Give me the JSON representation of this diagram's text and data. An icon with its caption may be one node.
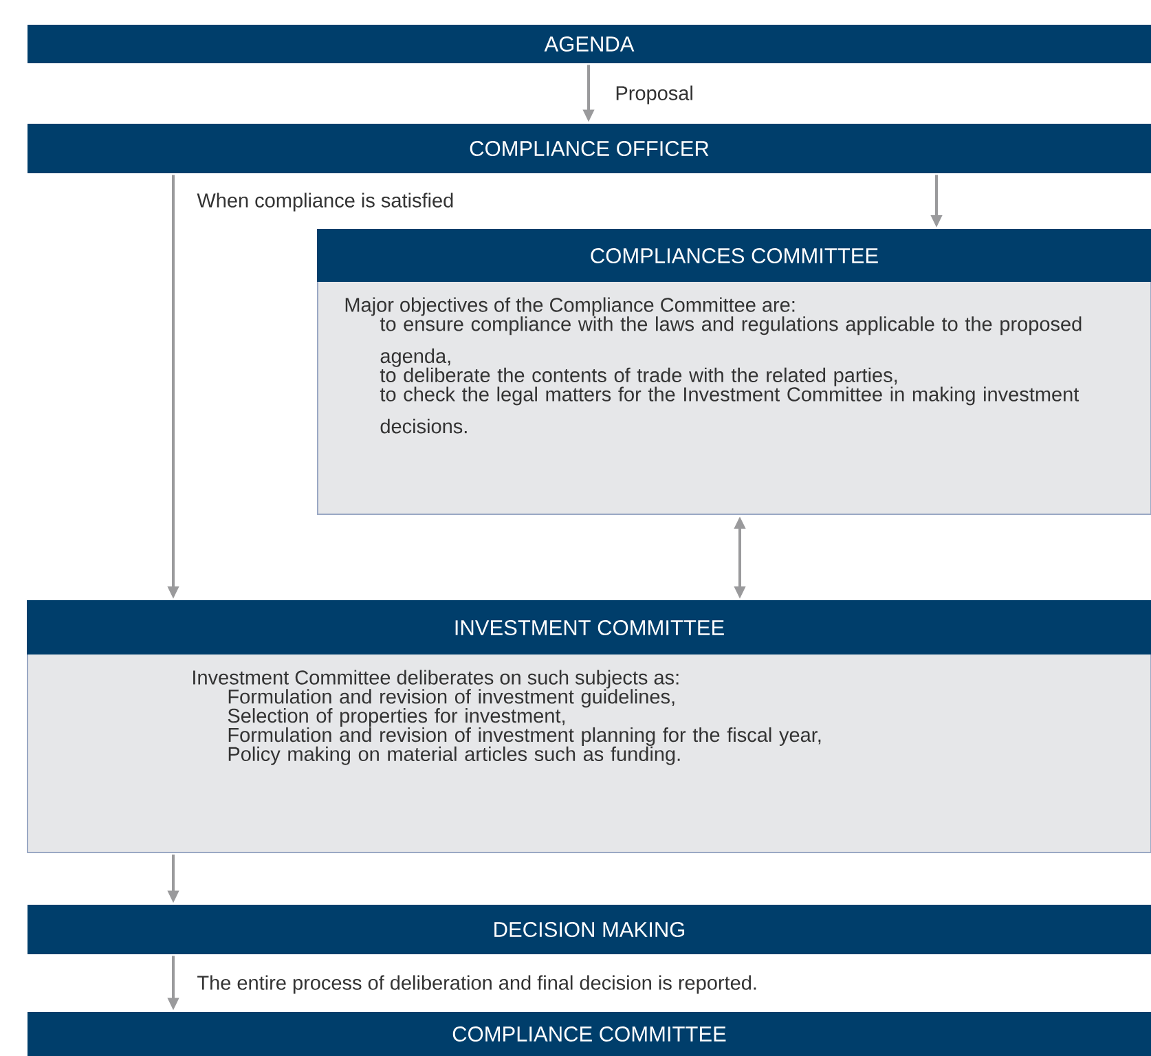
{
  "diagram": {
    "nodes": [
      {
        "text": [
          "AGENDA"
        ]
      },
      {
        "text": [
          "COMPLIANCE OFFICER"
        ]
      },
      {
        "text": [
          "COMPLIANCES COMMITTEE",
          "Major objectives of the Compliance Committee are:",
          "to ensure compliance with the laws and regulations applicable to the proposed agenda,",
          "to deliberate the contents of trade with the related parties,",
          "to check the legal matters for the Investment Committee in making investment decisions."
        ]
      },
      {
        "text": [
          "INVESTMENT COMMITTEE",
          "Investment Committee deliberates on such subjects as:",
          "Formulation and revision of investment guidelines,",
          "Selection of properties for investment,",
          "Formulation and revision of investment planning for the fiscal year,",
          "Policy making on material articles such as funding."
        ]
      },
      {
        "text": [
          "DECISION MAKING"
        ]
      },
      {
        "text": [
          "COMPLIANCE COMMITTEE"
        ]
      }
    ],
    "edges": [
      {
        "from": 0,
        "to": 1,
        "arrow": "to",
        "label": "Proposal"
      },
      {
        "from": 1,
        "to": 3,
        "arrow": "to",
        "label": "When compliance is satisfied"
      },
      {
        "from": 1,
        "to": 2,
        "arrow": "to"
      },
      {
        "from": 2,
        "to": 3,
        "arrow": "both"
      },
      {
        "from": 3,
        "to": 4,
        "arrow": "to"
      },
      {
        "from": 4,
        "to": 5,
        "arrow": "to",
        "label": "The entire process of deliberation and final decision is reported."
      }
    ]
  }
}
